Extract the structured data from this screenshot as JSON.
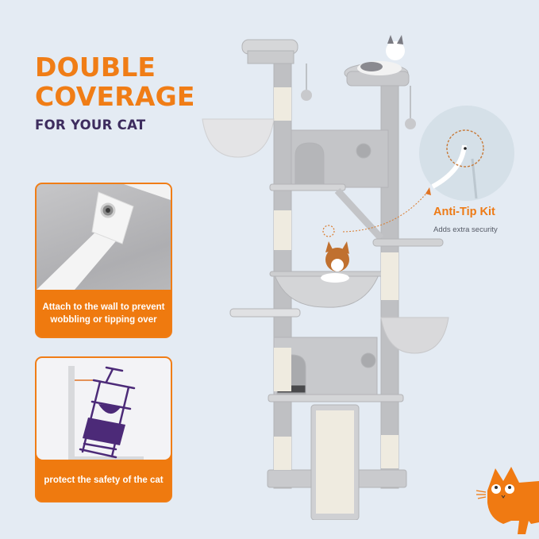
{
  "headline": {
    "line1": "DOUBLE",
    "line2": "COVERAGE",
    "sub": "FOR YOUR CAT"
  },
  "panels": [
    {
      "caption_line1": "Attach to the wall to prevent",
      "caption_line2": "wobbling or tipping over",
      "image": "wall-strap-bolt-photo"
    },
    {
      "caption_line1": "protect the safety of the cat",
      "caption_line2": "",
      "image": "anti-tip-diagram"
    }
  ],
  "callout": {
    "title": "Anti-Tip Kit",
    "subtitle": "Adds extra security"
  },
  "colors": {
    "accent_orange": "#f07d16",
    "dark_purple": "#3d2c5e",
    "diagram_purple": "#4c2a78",
    "background": "#e4ebf3",
    "tree_gray": "#c3c4c7",
    "sisal": "#efebe0"
  },
  "decor": {
    "mascot": "orange-cat-mascot",
    "product": "multi-level-cat-tree"
  }
}
